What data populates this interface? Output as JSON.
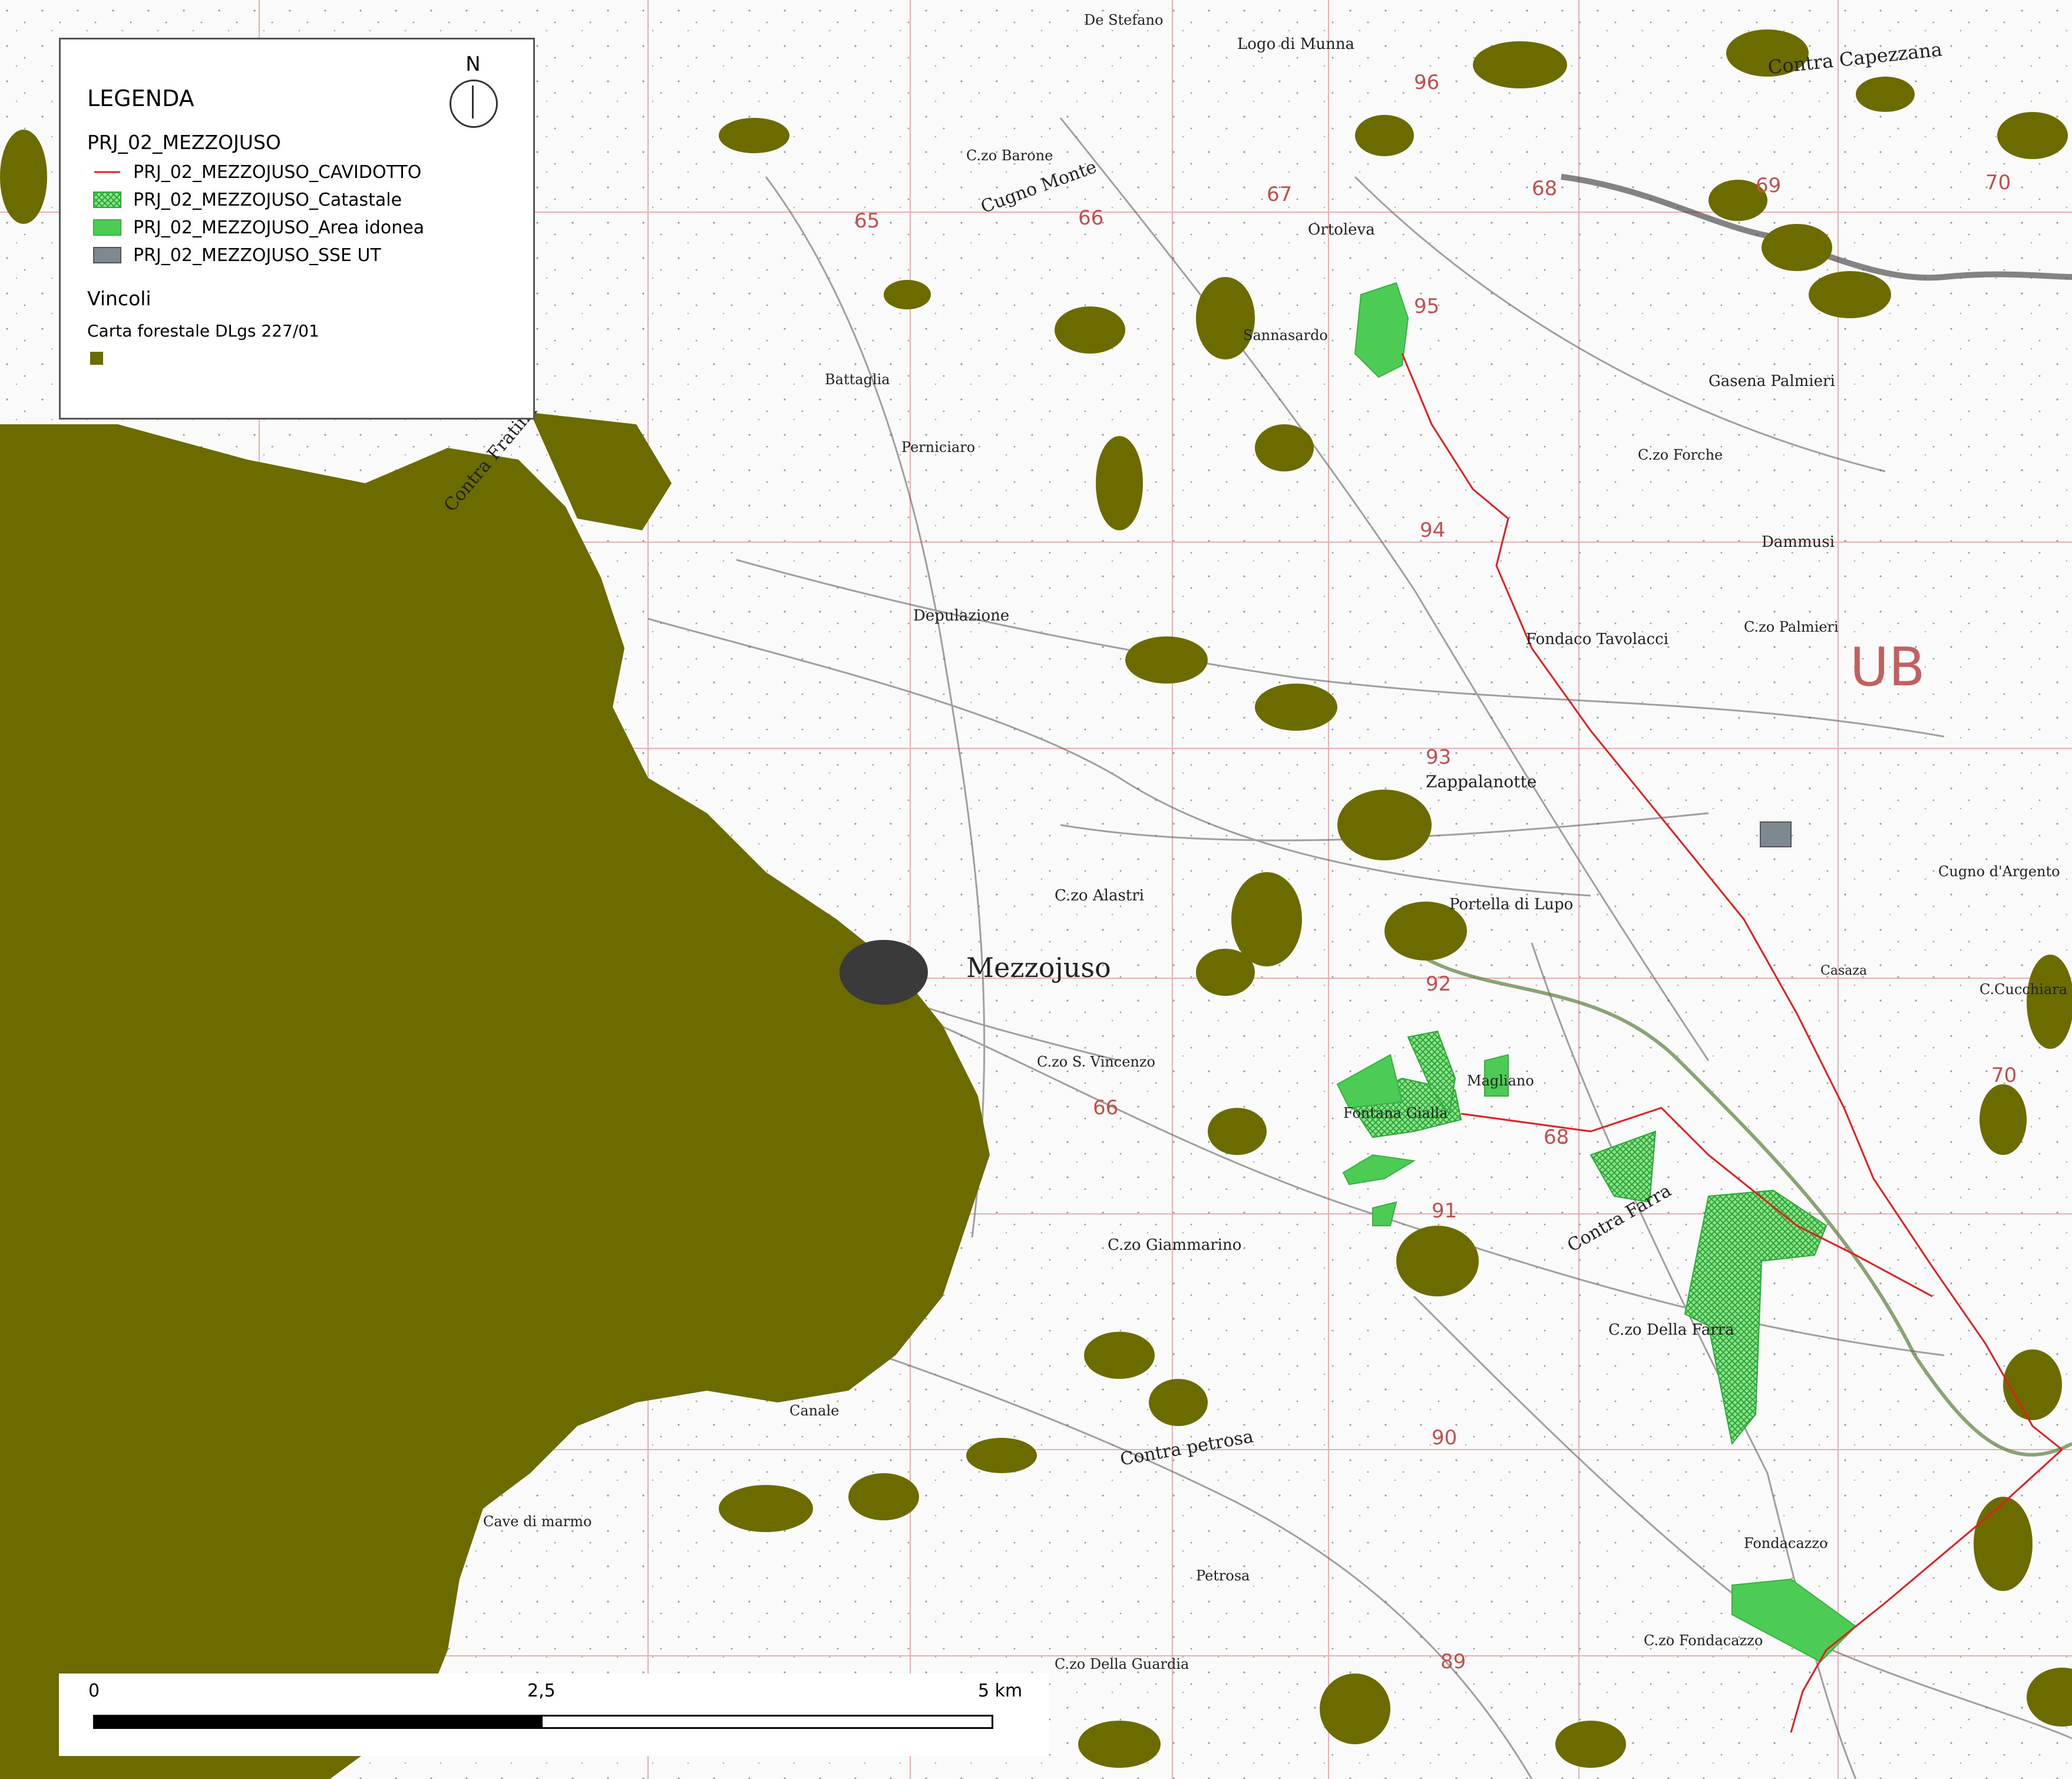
{
  "legend": {
    "title": "LEGENDA",
    "group_project": "PRJ_02_MEZZOJUSO",
    "items": [
      {
        "label": "PRJ_02_MEZZOJUSO_CAVIDOTTO",
        "color": "#e02020",
        "symbol": "line-icon"
      },
      {
        "label": "PRJ_02_MEZZOJUSO_Catastale",
        "color": "#3cc444",
        "symbol": "hatched-fill-icon"
      },
      {
        "label": "PRJ_02_MEZZOJUSO_Area idonea",
        "color": "#4ccc54",
        "symbol": "solid-fill-icon"
      },
      {
        "label": "PRJ_02_MEZZOJUSO_SSE UT",
        "color": "#7d8991",
        "symbol": "solid-fill-icon"
      }
    ],
    "group_constraints": "Vincoli",
    "sub_layer": "Carta forestale DLgs 227/01",
    "forest_color": "#6b6b00"
  },
  "north": {
    "label": "N"
  },
  "scalebar": {
    "labels": [
      "0",
      "2,5",
      "5 km"
    ]
  },
  "places": {
    "mezzojuso": "Mezzojuso",
    "fondaco_tavolacci": "Fondaco Tavolacci",
    "zappalanotte": "Zappalanotte",
    "gasena_palmieri": "Gasena Palmieri",
    "dammusi": "Dammusi",
    "depulazione": "Depulazione",
    "ortoleva": "Ortoleva",
    "sannasardo": "Sannasardo",
    "perniciaro": "Perniciaro",
    "battaglia": "Battaglia",
    "fondacazzo": "Fondacazzo",
    "petrosa": "Petrosa",
    "cave_di_marmo": "Cave di marmo",
    "giammarino": "C.zo Giammarino",
    "della_farra": "C.zo Della Farra",
    "contra_farra": "Contra Farra",
    "contra_petrosa": "Contra petrosa",
    "contra_capezzana": "Contra Capezzana",
    "contra_fratina": "Contra Fratina",
    "cugno_monte": "Cugno Monte",
    "portella_di_lupo": "Portella di Lupo",
    "alastri": "C.zo Alastri",
    "s_vincenzo": "C.zo S. Vincenzo",
    "forche": "C.zo Forche",
    "palmieri": "C.zo Palmieri",
    "logo_di_munna": "Logo di Munna",
    "de_stefano": "De Stefano",
    "zo_barone": "C.zo Barone",
    "ub": "UB",
    "canale": "Canale",
    "fondacazzo2": "C.zo Fondacazzo",
    "della_guardia": "C.zo Della Guardia",
    "fontana_gialla": "Fontana Gialla",
    "magliano": "Magliano",
    "cugno_d_argento": "Cugno d'Argento",
    "c_cucchiara": "C.Cucchiara",
    "caserma": "Casaza"
  },
  "grid_numbers": [
    "65",
    "66",
    "67",
    "68",
    "69",
    "70",
    "96",
    "95",
    "94",
    "93",
    "92",
    "91",
    "90",
    "89",
    "66",
    "68",
    "70"
  ]
}
